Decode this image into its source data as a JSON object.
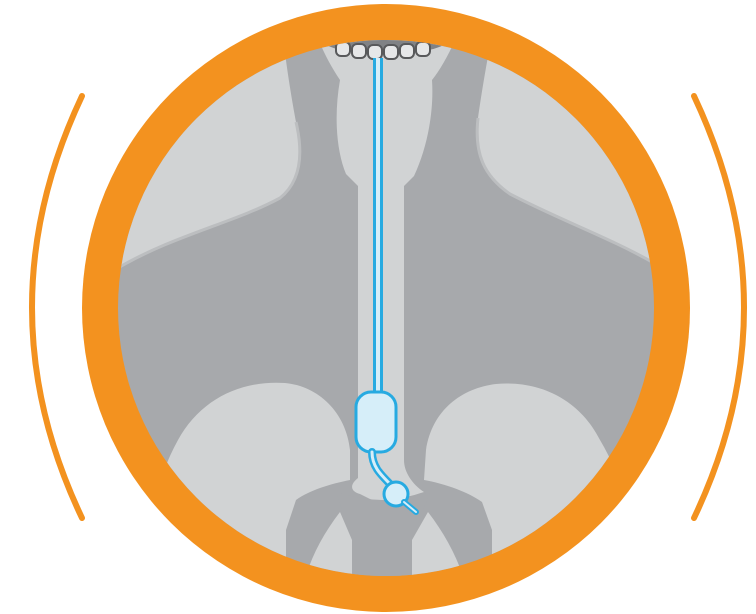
{
  "colors": {
    "accent_orange": "#F3921F",
    "background_gray": "#A7A9AC",
    "organ_gray": "#D1D3D4",
    "tube_blue": "#27AAE1",
    "cuff_fill": "#D6EEF9",
    "teeth": "#E6E7E8"
  },
  "icons": [
    "motion-arc-left",
    "motion-arc-right",
    "tooth-row"
  ]
}
